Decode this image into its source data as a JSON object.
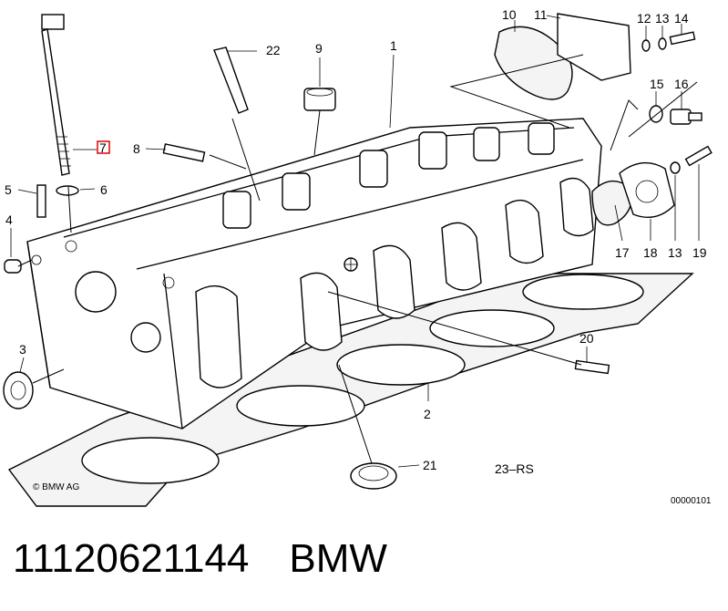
{
  "callouts": [
    {
      "n": "1",
      "label": "1"
    },
    {
      "n": "2",
      "label": "2"
    },
    {
      "n": "3",
      "label": "3"
    },
    {
      "n": "4",
      "label": "4"
    },
    {
      "n": "5",
      "label": "5"
    },
    {
      "n": "6",
      "label": "6"
    },
    {
      "n": "7",
      "label": "7"
    },
    {
      "n": "8",
      "label": "8"
    },
    {
      "n": "9",
      "label": "9"
    },
    {
      "n": "10",
      "label": "10"
    },
    {
      "n": "11",
      "label": "11"
    },
    {
      "n": "12",
      "label": "12"
    },
    {
      "n": "13a",
      "label": "13"
    },
    {
      "n": "13b",
      "label": "13"
    },
    {
      "n": "14",
      "label": "14"
    },
    {
      "n": "15",
      "label": "15"
    },
    {
      "n": "16",
      "label": "16"
    },
    {
      "n": "17",
      "label": "17"
    },
    {
      "n": "18",
      "label": "18"
    },
    {
      "n": "19",
      "label": "19"
    },
    {
      "n": "20",
      "label": "20"
    },
    {
      "n": "21",
      "label": "21"
    }
  ],
  "rs_label": "23–RS",
  "copyright": "© BMW AG",
  "diagram_id": "00000101",
  "caption": {
    "part_number": "11120621144",
    "brand": "BMW"
  },
  "highlight_color": "#e00000"
}
